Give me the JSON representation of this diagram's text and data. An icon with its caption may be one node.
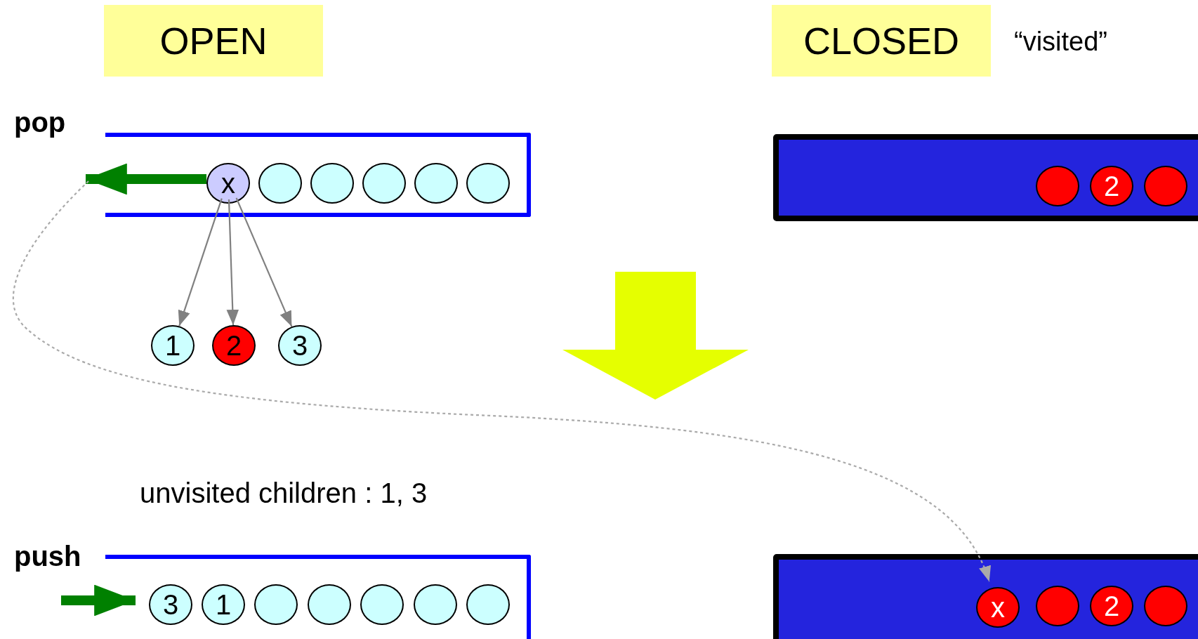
{
  "diagram": {
    "nodes": [
      {
        "text": [
          "OPEN"
        ]
      },
      {
        "text": [
          "CLOSED"
        ],
        "beside": [
          "“visited”"
        ]
      },
      {
        "text": [],
        "shape": "box"
      },
      {
        "text": [
          "x"
        ],
        "in": 2
      },
      {
        "text": [],
        "shape": "circle",
        "in": 2
      },
      {
        "text": [],
        "shape": "circle",
        "in": 2
      },
      {
        "text": [],
        "shape": "circle",
        "in": 2
      },
      {
        "text": [],
        "shape": "circle",
        "in": 2
      },
      {
        "text": [],
        "shape": "circle",
        "in": 2
      },
      {
        "text": [
          "1"
        ]
      },
      {
        "text": [
          "2"
        ]
      },
      {
        "text": [
          "3"
        ]
      },
      {
        "text": [],
        "shape": "box"
      },
      {
        "text": [],
        "shape": "circle",
        "in": 12
      },
      {
        "text": [
          "2"
        ],
        "in": 12
      },
      {
        "text": [],
        "shape": "circle",
        "in": 12
      },
      {
        "text": [],
        "shape": "box"
      },
      {
        "text": [
          "3"
        ],
        "in": 16
      },
      {
        "text": [
          "1"
        ],
        "in": 16
      },
      {
        "text": [],
        "shape": "circle",
        "in": 16
      },
      {
        "text": [],
        "shape": "circle",
        "in": 16
      },
      {
        "text": [],
        "shape": "circle",
        "in": 16
      },
      {
        "text": [],
        "shape": "circle",
        "in": 16
      },
      {
        "text": [],
        "shape": "circle",
        "in": 16
      },
      {
        "text": [],
        "shape": "box"
      },
      {
        "text": [
          "x"
        ],
        "in": 24
      },
      {
        "text": [],
        "shape": "circle",
        "in": 24
      },
      {
        "text": [
          "2"
        ],
        "in": 24
      },
      {
        "text": [],
        "shape": "circle",
        "in": 24
      }
    ],
    "edges": [
      {
        "from": 3,
        "to": 9,
        "arrow": "to"
      },
      {
        "from": 3,
        "to": 10,
        "arrow": "to"
      },
      {
        "from": 3,
        "to": 11,
        "arrow": "to"
      },
      {
        "from": 3,
        "to": null,
        "arrow": "to",
        "style": "thick",
        "color": "#008000"
      },
      {
        "from": null,
        "to": 16,
        "arrow": "to",
        "style": "thick",
        "color": "#008000"
      },
      {
        "from": null,
        "to": 25,
        "arrow": "to",
        "style": "dashed",
        "color": "#aaaaaa"
      }
    ],
    "labels": [
      "pop",
      "unvisited children : 1, 3",
      "push"
    ]
  }
}
